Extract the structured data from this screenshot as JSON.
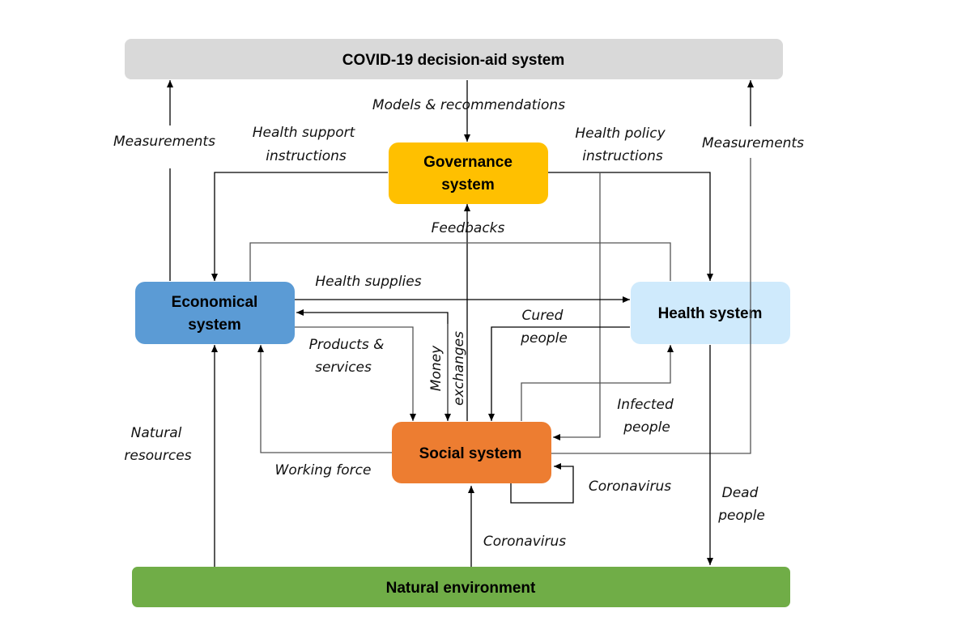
{
  "title": "COVID-19 system interactions diagram",
  "nodes": {
    "decision_aid": {
      "label": "COVID-19 decision-aid system",
      "color": "#d9d9d9"
    },
    "governance": {
      "label_line1": "Governance",
      "label_line2": "system",
      "color": "#ffc000"
    },
    "economical": {
      "label_line1": "Economical",
      "label_line2": "system",
      "color": "#5b9bd5"
    },
    "health": {
      "label": "Health system",
      "color": "#cfeafc"
    },
    "social": {
      "label": "Social system",
      "color": "#ed7d31"
    },
    "natural": {
      "label": "Natural environment",
      "color": "#70ad47"
    }
  },
  "edges": {
    "models": {
      "label": "Models & recommendations",
      "from": "COVID-19 decision-aid system",
      "to": "Governance system"
    },
    "measurements_left": {
      "label": "Measurements",
      "from": "Economical system",
      "to": "COVID-19 decision-aid system"
    },
    "measurements_right": {
      "label": "Measurements",
      "from": "Social system",
      "to": "COVID-19 decision-aid system"
    },
    "health_support": {
      "label_line1": "Health support",
      "label_line2": "instructions",
      "from": "Governance system",
      "to": "Economical system"
    },
    "health_policy": {
      "label_line1": "Health policy",
      "label_line2": "instructions",
      "from": "Governance system",
      "to": "Health system / Social system"
    },
    "feedbacks": {
      "label": "Feedbacks",
      "from": "Social / Economical / Health systems",
      "to": "Governance system"
    },
    "health_supplies": {
      "label": "Health supplies",
      "from": "Economical system",
      "to": "Health system"
    },
    "products": {
      "label_line1": "Products &",
      "label_line2": "services",
      "from": "Economical system",
      "to": "Social system"
    },
    "money": {
      "label_line1": "Money",
      "label_line2": "exchanges",
      "from": "Social system",
      "to": "Economical system"
    },
    "cured": {
      "label_line1": "Cured",
      "label_line2": "people",
      "from": "Health system",
      "to": "Social system"
    },
    "infected": {
      "label_line1": "Infected",
      "label_line2": "people",
      "from": "Social system",
      "to": "Health system"
    },
    "working_force": {
      "label": "Working force",
      "from": "Social system",
      "to": "Economical system"
    },
    "natural_resources": {
      "label_line1": "Natural",
      "label_line2": "resources",
      "from": "Natural environment",
      "to": "Economical system"
    },
    "coronavirus_self": {
      "label": "Coronavirus",
      "from": "Social system",
      "to": "Social system"
    },
    "coronavirus_env": {
      "label": "Coronavirus",
      "from": "Natural environment",
      "to": "Social system"
    },
    "dead": {
      "label_line1": "Dead",
      "label_line2": "people",
      "from": "Health system",
      "to": "Natural environment"
    }
  }
}
